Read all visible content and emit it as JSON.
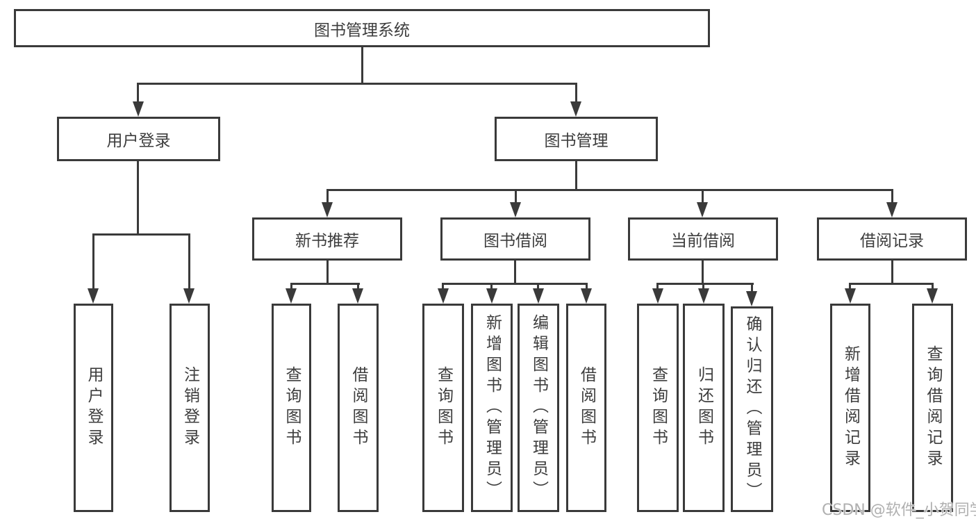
{
  "diagram": {
    "title": "图书管理系统",
    "branches": [
      {
        "label": "用户登录",
        "leaves": [
          {
            "label": "用户登录"
          },
          {
            "label": "注销登录"
          }
        ]
      },
      {
        "label": "图书管理",
        "groups": [
          {
            "label": "新书推荐",
            "leaves": [
              {
                "label": "查询图书"
              },
              {
                "label": "借阅图书"
              }
            ]
          },
          {
            "label": "图书借阅",
            "leaves": [
              {
                "label": "查询图书"
              },
              {
                "label": "新增图书（管理员）"
              },
              {
                "label": "编辑图书（管理员）"
              },
              {
                "label": "借阅图书"
              }
            ]
          },
          {
            "label": "当前借阅",
            "leaves": [
              {
                "label": "查询图书"
              },
              {
                "label": "归还图书"
              },
              {
                "label": "确认归还（管理员）"
              }
            ]
          },
          {
            "label": "借阅记录",
            "leaves": [
              {
                "label": "新增借阅记录"
              },
              {
                "label": "查询借阅记录"
              }
            ]
          }
        ]
      }
    ]
  },
  "watermark": {
    "text": "CSDN @软件_小贺同学"
  },
  "colors": {
    "line": "#3a3a3a",
    "text": "#3d3d3d",
    "background": "#ffffff"
  }
}
